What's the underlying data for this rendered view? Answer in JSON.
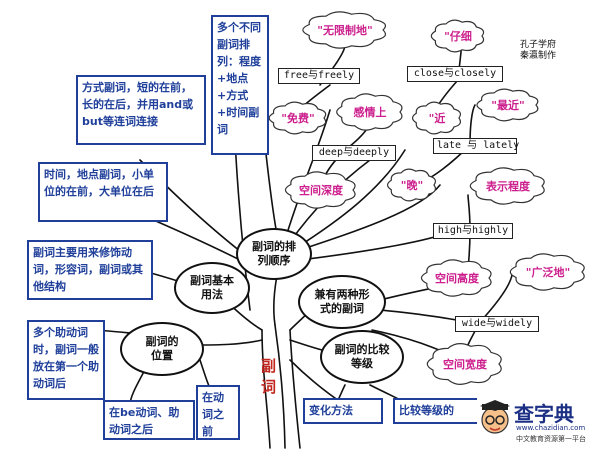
{
  "root": "副词",
  "nodes": {
    "order": "副词的排列顺序",
    "basic": "副词基本用法",
    "two_forms": "兼有两种形式的副词",
    "position": "副词的位置",
    "comparison": "副词的比较等级"
  },
  "boxes": {
    "multi_order": "多个不同副词排列：程度+地点+方式+时间副词",
    "manner": "方式副词，短的在前，长的在后，并用and或but等连词连接",
    "time_place": "时间，地点副词，小单位的在前，大单位在后",
    "usage": "副词主要用来修饰动词，形容词，副词或其他结构",
    "aux": "多个助动词时，副词一般放在第一个助动词后",
    "be_verb": "在be动词、助动词之后",
    "action_verb": "在动词之前",
    "change": "变化方法",
    "comp_forms": "比较等级的"
  },
  "pairs": {
    "free": "free与freely",
    "close": "close与closely",
    "deep": "deep与deeply",
    "late": "late 与 lately",
    "high": "high与highly",
    "wide": "wide与widely"
  },
  "clouds": {
    "unlimited": "\"无限制地\"",
    "careful": "\"仔细",
    "free_of_charge": "\"免费\"",
    "emotion": "感情上",
    "near": "\"近",
    "recently": "\"最近\"",
    "space_depth": "空间深度",
    "late": "\"晚\"",
    "degree": "表示程度",
    "space_height": "空间高度",
    "widely": "\"广泛地\"",
    "space_width": "空间宽度"
  },
  "note": "孔子学府\n秦瀛制作",
  "logo": {
    "brand": "查字典",
    "url": "www.chazidian.com",
    "slogan": "中文教育资源第一平台"
  },
  "colors": {
    "box_border": "#1f3f9a",
    "cloud_text": "#cc1f8d",
    "cloud_text_alt": "#1e73c9",
    "root_text": "#c0261d",
    "tree": "#111111"
  },
  "icons": [
    "cloud-icon",
    "mascot-icon"
  ]
}
